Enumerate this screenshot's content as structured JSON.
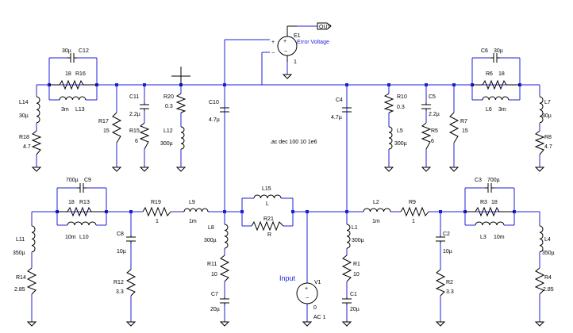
{
  "components": {
    "C12": {
      "name": "C12",
      "value": "30µ"
    },
    "R16": {
      "name": "R16",
      "value": "18"
    },
    "L13": {
      "name": "L13",
      "value": "3m"
    },
    "L14": {
      "name": "L14",
      "value": "30µ"
    },
    "R18": {
      "name": "R18",
      "value": "4.7"
    },
    "R17": {
      "name": "R17",
      "value": "15"
    },
    "C11": {
      "name": "C11",
      "value": "2.2µ"
    },
    "R15": {
      "name": "R15",
      "value": "6"
    },
    "R20": {
      "name": "R20",
      "value": "0.3"
    },
    "L12": {
      "name": "L12",
      "value": "300µ"
    },
    "C10": {
      "name": "C10",
      "value": "4.7µ"
    },
    "E1": {
      "name": "E1",
      "value": "1"
    },
    "C4": {
      "name": "C4",
      "value": "4.7µ"
    },
    "R10": {
      "name": "R10",
      "value": "0.3"
    },
    "L5": {
      "name": "L5",
      "value": "300µ"
    },
    "C5": {
      "name": "C5",
      "value": "2.2µ"
    },
    "R5": {
      "name": "R5",
      "value": "6"
    },
    "R7": {
      "name": "R7",
      "value": "15"
    },
    "C6": {
      "name": "C6",
      "value": "30µ"
    },
    "R6": {
      "name": "R6",
      "value": "18"
    },
    "L6": {
      "name": "L6",
      "value": "3m"
    },
    "L7": {
      "name": "L7",
      "value": "30µ"
    },
    "R8": {
      "name": "R8",
      "value": "4.7"
    },
    "C9": {
      "name": "C9",
      "value": "700µ"
    },
    "R13": {
      "name": "R13",
      "value": "18"
    },
    "L10": {
      "name": "L10",
      "value": "10m"
    },
    "L11": {
      "name": "L11",
      "value": "350µ"
    },
    "R14": {
      "name": "R14",
      "value": "2.85"
    },
    "C8": {
      "name": "C8",
      "value": "10µ"
    },
    "R12": {
      "name": "R12",
      "value": "3.3"
    },
    "R19": {
      "name": "R19",
      "value": "1"
    },
    "L9": {
      "name": "L9",
      "value": "1m"
    },
    "L8": {
      "name": "L8",
      "value": "300µ"
    },
    "R11": {
      "name": "R11",
      "value": "10"
    },
    "C7": {
      "name": "C7",
      "value": "20µ"
    },
    "L15": {
      "name": "L15",
      "value": "L"
    },
    "R21": {
      "name": "R21",
      "value": "R"
    },
    "V1": {
      "name": "V1",
      "value": "0",
      "ac": "AC 1"
    },
    "L1": {
      "name": "L1",
      "value": "300µ"
    },
    "R1": {
      "name": "R1",
      "value": "10"
    },
    "C1": {
      "name": "C1",
      "value": "20µ"
    },
    "L2": {
      "name": "L2",
      "value": "1m"
    },
    "R9": {
      "name": "R9",
      "value": "1"
    },
    "C2": {
      "name": "C2",
      "value": "10µ"
    },
    "R2": {
      "name": "R2",
      "value": "3.3"
    },
    "C3": {
      "name": "C3",
      "value": "700µ"
    },
    "R3": {
      "name": "R3",
      "value": "18"
    },
    "L3": {
      "name": "L3",
      "value": "10m"
    },
    "L4": {
      "name": "L4",
      "value": "350µ"
    },
    "R4": {
      "name": "R4",
      "value": "2.85"
    }
  },
  "net_labels": {
    "out": "OUT",
    "error_voltage": "Error Voltage",
    "input": "Input"
  },
  "directive": ".ac dec 100 10 1e6",
  "colors": {
    "wire": "#1f1fd8",
    "component": "#000000",
    "label_blue": "#1f1fd8"
  }
}
